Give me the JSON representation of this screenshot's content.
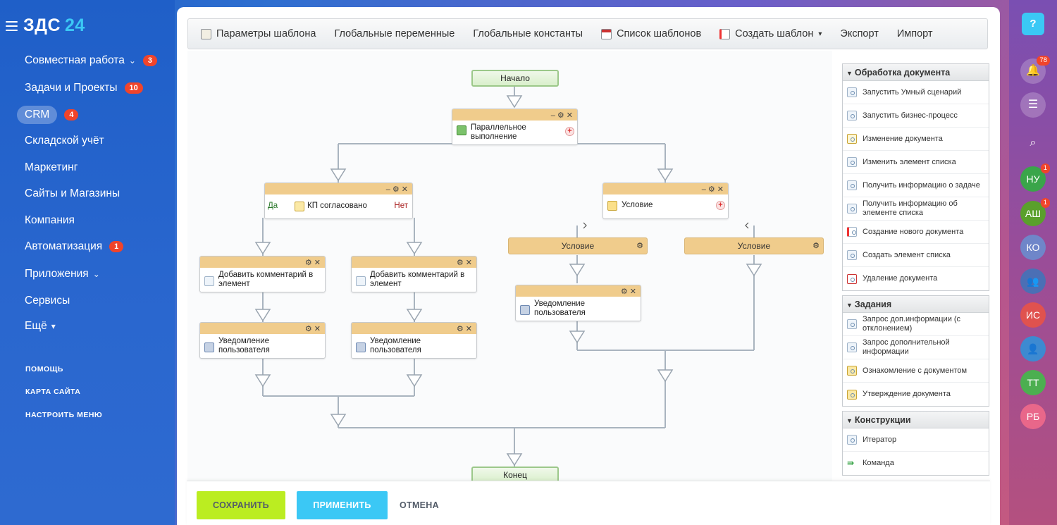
{
  "sidebar": {
    "logo_main": "ЗДС",
    "logo_num": "24",
    "items": [
      {
        "label": "Совместная работа",
        "chev": "⌄",
        "badge": "3"
      },
      {
        "label": "Задачи и Проекты",
        "badge": "10"
      },
      {
        "label": "CRM",
        "badge": "4"
      },
      {
        "label": "Складской учёт"
      },
      {
        "label": "Маркетинг"
      },
      {
        "label": "Сайты и Магазины"
      },
      {
        "label": "Компания"
      },
      {
        "label": "Автоматизация",
        "badge": "1"
      },
      {
        "label": "Приложения",
        "chev": "⌄"
      },
      {
        "label": "Сервисы"
      },
      {
        "label": "Ещё",
        "chev": "▾"
      }
    ],
    "footer": [
      "ПОМОЩЬ",
      "КАРТА САЙТА",
      "НАСТРОИТЬ МЕНЮ"
    ]
  },
  "toolbar": {
    "params": "Параметры шаблона",
    "globals": "Глобальные переменные",
    "consts": "Глобальные константы",
    "list": "Список шаблонов",
    "create": "Создать шаблон",
    "create_arrow": "▾",
    "export": "Экспорт",
    "import": "Импорт"
  },
  "flow": {
    "start": "Начало",
    "end": "Конец",
    "parallel": "Параллельное выполнение",
    "kp": "КП согласовано",
    "yes": "Да",
    "no": "Нет",
    "add_comment": "Добавить комментарий в элемент",
    "notify": "Уведомление пользователя",
    "condition": "Условие",
    "branch1": "Условие",
    "branch2": "Условие",
    "head_controls": "–  ⚙  ✕",
    "head_controls2": "⚙  ✕",
    "gear": "⚙"
  },
  "panel": {
    "groups": [
      {
        "title": "Обработка документа",
        "items": [
          "Запустить Умный сценарий",
          "Запустить бизнес-процесс",
          "Изменение документа",
          "Изменить элемент списка",
          "Получить информацию о задаче",
          "Получить информацию об элементе списка",
          "Создание нового документа",
          "Создать элемент списка",
          "Удаление документа"
        ]
      },
      {
        "title": "Задания",
        "items": [
          "Запрос доп.информации (с отклонением)",
          "Запрос дополнительной информации",
          "Ознакомление с документом",
          "Утверждение документа"
        ]
      },
      {
        "title": "Конструкции",
        "items": [
          "Итератор",
          "Команда"
        ]
      }
    ]
  },
  "buttons": {
    "save": "СОХРАНИТЬ",
    "apply": "ПРИМЕНИТЬ",
    "cancel": "ОТМЕНА"
  },
  "rightbar": {
    "help": "?",
    "notifications": "78",
    "avatars": [
      {
        "initials": "НУ",
        "badge": "1",
        "color": "#3aa54a"
      },
      {
        "initials": "АШ",
        "badge": "1",
        "color": "#5aa02c"
      },
      {
        "initials": "КО",
        "color": "#6f86c9"
      },
      {
        "initials": "ИС",
        "color": "#e0524f"
      },
      {
        "initials": "ТТ",
        "color": "#4caf50"
      },
      {
        "initials": "РБ",
        "color": "#e9678a"
      }
    ]
  }
}
